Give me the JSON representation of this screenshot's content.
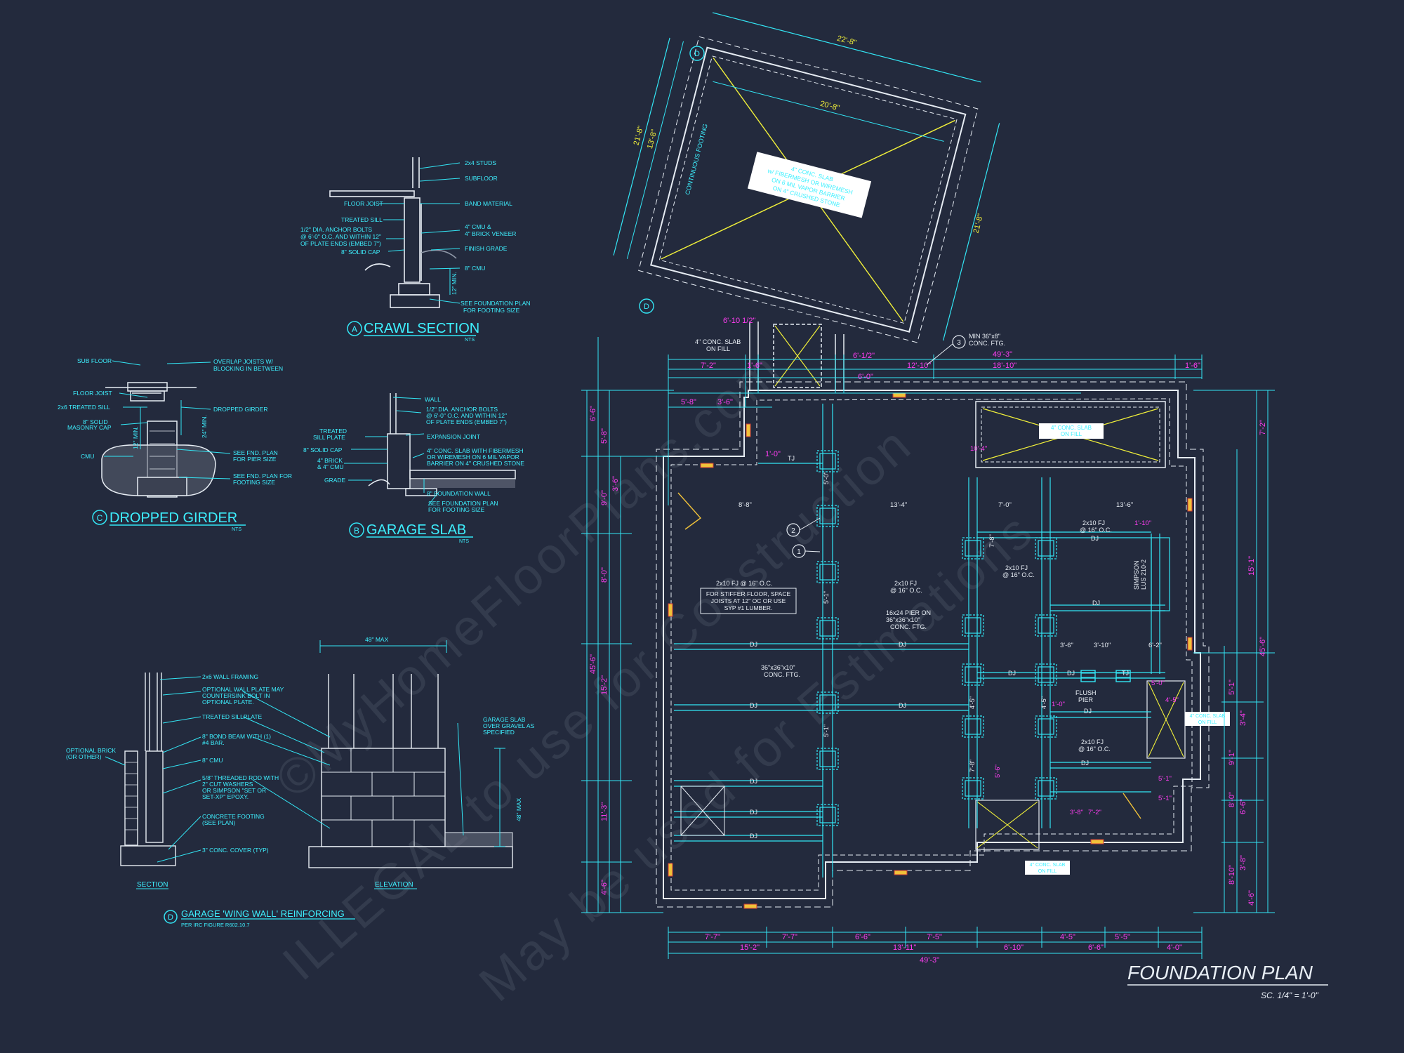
{
  "watermark": {
    "line1": "©MyHomeFloorPlans.com",
    "line2": "ILLEGAL to use for Construction",
    "line3": "May be used for Estimations"
  },
  "title_block": {
    "title": "FOUNDATION PLAN",
    "scale": "SC. 1/4\" = 1'-0\""
  },
  "details": {
    "crawl": {
      "mark": "A",
      "title": "CRAWL SECTION",
      "nts": "NTS",
      "notes_right": [
        "2x4 STUDS",
        "SUBFLOOR",
        "BAND MATERIAL",
        "4\" CMU &",
        "4\" BRICK VENEER",
        "FINISH GRADE",
        "8\" CMU",
        "SEE FOUNDATION PLAN",
        "FOR FOOTING SIZE"
      ],
      "notes_left": [
        "FLOOR JOIST",
        "TREATED SILL",
        "1/2\" DIA. ANCHOR BOLTS",
        "@ 6'-0\" O.C. AND WITHIN 12\"",
        "OF PLATE ENDS (EMBED 7\")",
        "8\" SOLID CAP"
      ],
      "dim": "12\" MIN."
    },
    "girder": {
      "mark": "C",
      "title": "DROPPED GIRDER",
      "nts": "NTS",
      "notes_left": [
        "SUB FLOOR",
        "FLOOR JOIST",
        "2x6 TREATED SILL",
        "8\" SOLID",
        "MASONRY CAP",
        "CMU"
      ],
      "notes_right": [
        "OVERLAP JOISTS W/",
        "BLOCKING IN BETWEEN",
        "DROPPED GIRDER",
        "SEE FND. PLAN",
        "FOR PIER SIZE",
        "SEE FND. PLAN FOR",
        "FOOTING SIZE"
      ],
      "dim1": "12\" MIN.",
      "dim2": "24\" MIN."
    },
    "garage_slab": {
      "mark": "B",
      "title": "GARAGE SLAB",
      "nts": "NTS",
      "notes_left": [
        "TREATED",
        "SILL PLATE",
        "8\" SOLID CAP",
        "4\" BRICK",
        "& 4\" CMU",
        "GRADE"
      ],
      "notes_right": [
        "WALL",
        "1/2\" DIA. ANCHOR BOLTS",
        "@ 6'-0\" O.C. AND WITHIN 12\"",
        "OF PLATE ENDS (EMBED 7\")",
        "EXPANSION JOINT",
        "4\" CONC. SLAB WITH FIBERMESH",
        "OR WIREMESH ON 6 MIL VAPOR",
        "BARRIER ON 4\" CRUSHED STONE",
        "8\" FOUNDATION WALL",
        "SEE FOUNDATION PLAN",
        "FOR FOOTING SIZE"
      ]
    },
    "wing_wall": {
      "mark": "D",
      "title": "GARAGE 'WING WALL' REINFORCING",
      "subtitle": "PER IRC FIGURE R602.10.7",
      "section_label": "SECTION",
      "elevation_label": "ELEVATION",
      "width_dim": "48\" MAX",
      "height_dim": "48\" MAX",
      "notes": [
        "2x6 WALL FRAMING",
        "OPTIONAL WALL PLATE MAY",
        "COUNTERSINK BOLT IN",
        "OPTIONAL PLATE.",
        "TREATED SILLPLATE",
        "8\" BOND BEAM WITH (1)",
        "#4 BAR.",
        "8\" CMU",
        "5/8\" THREADED ROD WITH",
        "2\" CUT WASHERS",
        "OR SIMPSON \"SET OR",
        "SET-XP\" EPOXY.",
        "CONCRETE FOOTING",
        "(SEE PLAN)",
        "3\" CONC. COVER (TYP)"
      ],
      "optional_brick": [
        "OPTIONAL BRICK",
        "(OR OTHER)"
      ],
      "garage_slab_note": [
        "GARAGE SLAB",
        "OVER GRAVEL AS",
        "SPECIFIED"
      ]
    }
  },
  "plan": {
    "garage_slab_label": [
      "4\" CONC. SLAB",
      "w/ FIBERMESH OR WIREMESH",
      "ON 6 MIL VAPOR BARRIER",
      "ON 4\" CRUSHED STONE"
    ],
    "continuous_footing": "CONTINUOUS FOOTING",
    "slab_on_fill": [
      "4\" CONC. SLAB",
      "ON FILL"
    ],
    "min_ftg": [
      "MIN 36\"x8\"",
      "CONC. FTG."
    ],
    "stiff_note": [
      "FOR STIFFER FLOOR, SPACE",
      "JOISTS AT 12\" OC OR USE",
      "SYP #1 LUMBER."
    ],
    "joists_left": [
      "2x10 FJ @ 16\" O.C."
    ],
    "joists_mid": [
      "2x10 FJ",
      "@ 16\" O.C."
    ],
    "pier_note": [
      "16x24 PIER ON",
      "36\"x36\"x10\"",
      "CONC. FTG."
    ],
    "ftg_note": [
      "36\"x36\"x10\"",
      "CONC. FTG."
    ],
    "flush_pier": [
      "FLUSH",
      "PIER"
    ],
    "simpson": [
      "SIMPSON",
      "LUS 210-2"
    ],
    "dj": "DJ",
    "tj": "TJ",
    "dims_top_outer": [
      "22'-8\"",
      "20'-8\"",
      "21'-8\"",
      "13'-8\"",
      "6'-10 1/2\"",
      "49'-3\"",
      "18'-10\"",
      "12'-10\""
    ],
    "dims_top_inner": [
      "7'-2\"",
      "1'-6\"",
      "6'-0\"",
      "6'-1/2\"",
      "1'-6\"",
      "5'-8\"",
      "3'-6\"",
      "1'-0\""
    ],
    "dims_bottom": [
      "7'-7\"",
      "7'-7\"",
      "6'-6\"",
      "7'-5\"",
      "4'-5\"",
      "5'-5\"",
      "15'-2\"",
      "13'-11\"",
      "6'-10\"",
      "6'-6\"",
      "4'-0\"",
      "49'-3\""
    ],
    "dims_left": [
      "6'-6\"",
      "5'-8\"",
      "9'-0\"",
      "8'-0\"",
      "45'-6\"",
      "15'-2\"",
      "11'-3\"",
      "4'-6\"",
      "3'-6\""
    ],
    "dims_right": [
      "7'-2\"",
      "15'-1\"",
      "45'-6\"",
      "5'-1\"",
      "3'-4\"",
      "9'-1\"",
      "6'-6\"",
      "8'-0\"",
      "3'-8\"",
      "8'-10\"",
      "4'-6\""
    ],
    "dims_interior": [
      "13'-4\"",
      "8'-8\"",
      "7'-0\"",
      "13'-6\"",
      "1'-10\"",
      "3'-6\"",
      "3'-10\"",
      "6'-2\"",
      "7'-2\"",
      "4'-5\"",
      "5'-1\"",
      "5'-1\"",
      "5'-0\"",
      "3'-8\"",
      "7'-8\"",
      "5'-6\"",
      "1'-0\"",
      "10'-4\""
    ],
    "callouts": [
      "1",
      "2",
      "3"
    ],
    "grid_mark": "D"
  },
  "colors": {
    "background": "#232a3d",
    "cyan": "#33e6f5",
    "white": "#e6ecf3",
    "yellow": "#f1f03a",
    "magenta": "#ff3df2"
  }
}
